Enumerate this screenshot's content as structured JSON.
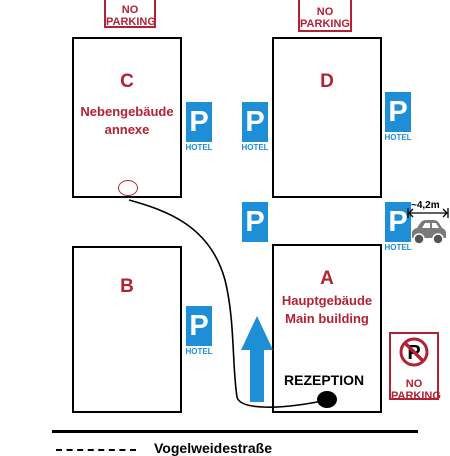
{
  "buildings": {
    "c": {
      "letter": "C",
      "line1": "Nebengebäude",
      "line2": "annexe"
    },
    "d": {
      "letter": "D"
    },
    "b": {
      "letter": "B"
    },
    "a": {
      "letter": "A",
      "line1": "Hauptgebäude",
      "line2": "Main building"
    }
  },
  "parking_sign": {
    "letter": "P",
    "caption": "HOTEL"
  },
  "no_parking": {
    "line1": "NO",
    "line2": "PARKING"
  },
  "reception_label": "REZEPTION",
  "car_distance": "~4,2m",
  "street_name": "Vogelweidestraße",
  "colors": {
    "building_label": "#b22234",
    "parking_blue": "#1e8ed6",
    "no_parking_red": "#b22234"
  }
}
